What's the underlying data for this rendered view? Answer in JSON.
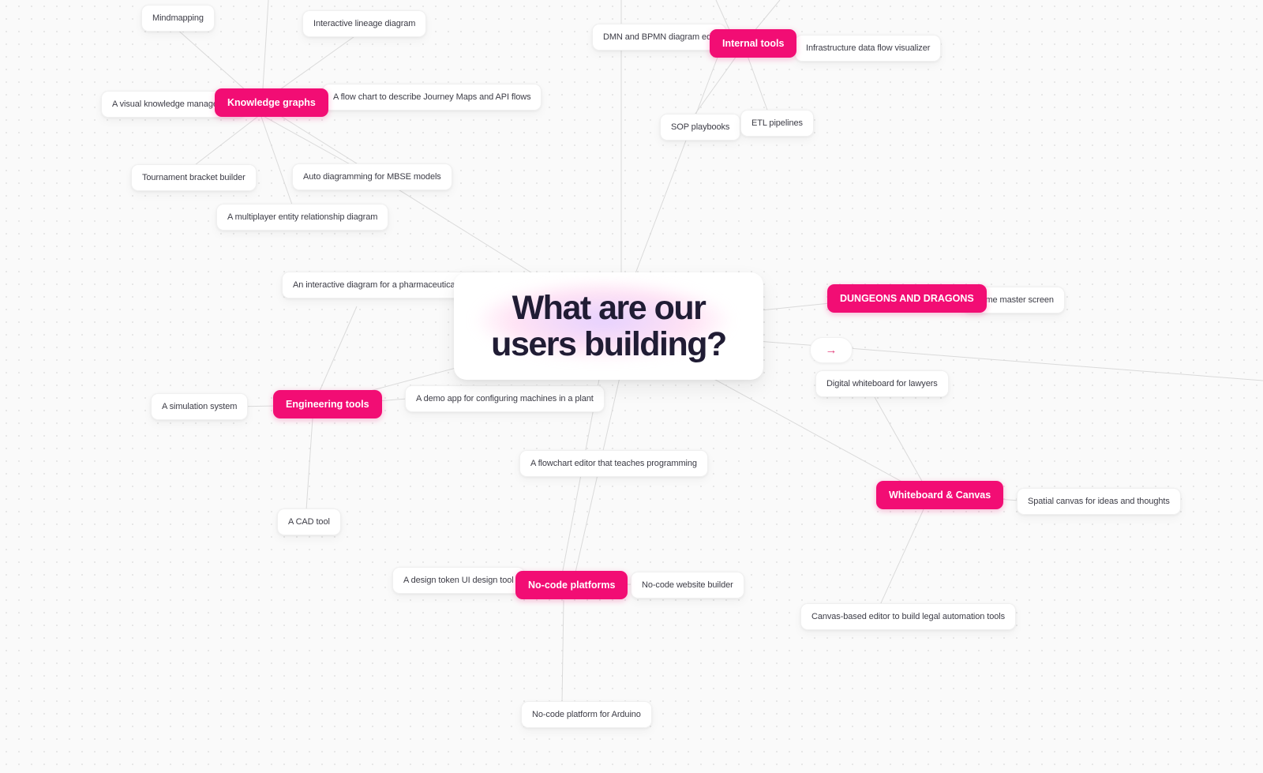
{
  "topic": {
    "title": "What are our users building?"
  },
  "collapse_toggle": {
    "arrow": "→"
  },
  "branches": [
    {
      "label": "Knowledge graphs"
    },
    {
      "label": "Internal tools"
    },
    {
      "label": "DUNGEONS AND DRAGONS"
    },
    {
      "label": "Engineering tools"
    },
    {
      "label": "Whiteboard & Canvas"
    },
    {
      "label": "No-code platforms"
    }
  ],
  "cards": [
    {
      "label": "Mindmapping"
    },
    {
      "label": "Interactive lineage diagram"
    },
    {
      "label": "A visual knowledge managemen"
    },
    {
      "label": "A flow chart to describe Journey Maps and API flows"
    },
    {
      "label": "Tournament bracket builder"
    },
    {
      "label": "Auto diagramming for MBSE models"
    },
    {
      "label": "A multiplayer entity relationship diagram"
    },
    {
      "label": "An interactive diagram for a pharmaceutical project"
    },
    {
      "label": "DMN and BPMN diagram edit"
    },
    {
      "label": "Infrastructure data flow visualizer"
    },
    {
      "label": "SOP playbooks"
    },
    {
      "label": "ETL pipelines"
    },
    {
      "label": "Game master screen"
    },
    {
      "label": "Digital whiteboard for lawyers"
    },
    {
      "label": "A simulation system"
    },
    {
      "label": "A demo app for configuring machines in a plant"
    },
    {
      "label": "A flowchart editor that teaches programming"
    },
    {
      "label": "Spatial canvas for ideas and thoughts"
    },
    {
      "label": "A CAD tool"
    },
    {
      "label": "A design token UI design tool"
    },
    {
      "label": "No-code website builder"
    },
    {
      "label": "Canvas-based editor to build legal automation tools"
    },
    {
      "label": "No-code platform for Arduino"
    }
  ],
  "colors": {
    "accent_pink": "#F20D74",
    "connector_gray": "#DADADA",
    "title_text": "#201C34",
    "card_text": "#3C3C46",
    "arrow_pink": "#E5447F",
    "background": "#FAFAFA"
  }
}
